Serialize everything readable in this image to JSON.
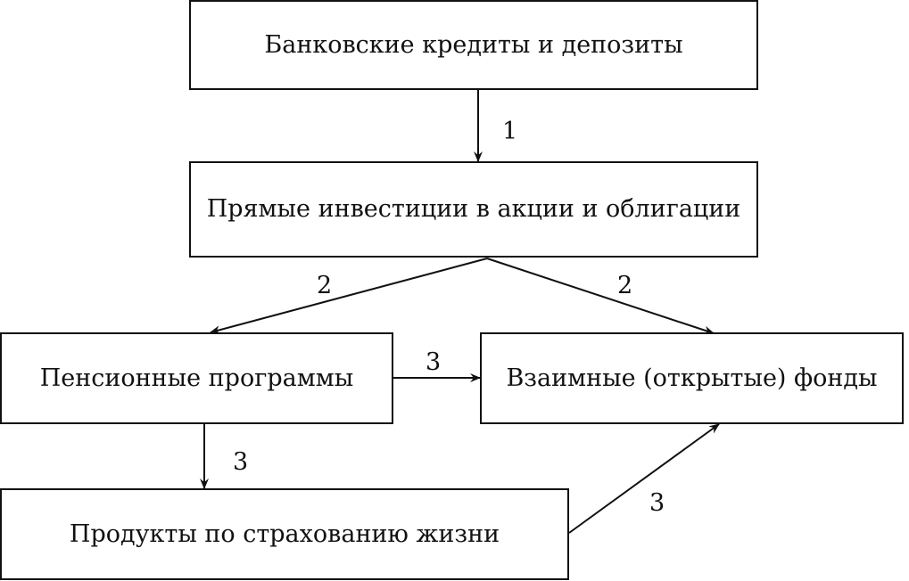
{
  "nodes": {
    "bank": {
      "label": "Банковские кредиты и депозиты"
    },
    "direct": {
      "label": "Прямые инвестиции в акции и облигации"
    },
    "pension": {
      "label": "Пенсионные программы"
    },
    "mutual": {
      "label": "Взаимные (открытые) фонды"
    },
    "insurance": {
      "label": "Продукты по страхованию жизни"
    }
  },
  "edges": {
    "bank_to_direct": {
      "label": "1"
    },
    "direct_to_pension": {
      "label": "2"
    },
    "direct_to_mutual": {
      "label": "2"
    },
    "pension_to_mutual": {
      "label": "3"
    },
    "pension_to_insurance": {
      "label": "3"
    },
    "insurance_to_mutual": {
      "label": "3"
    }
  }
}
